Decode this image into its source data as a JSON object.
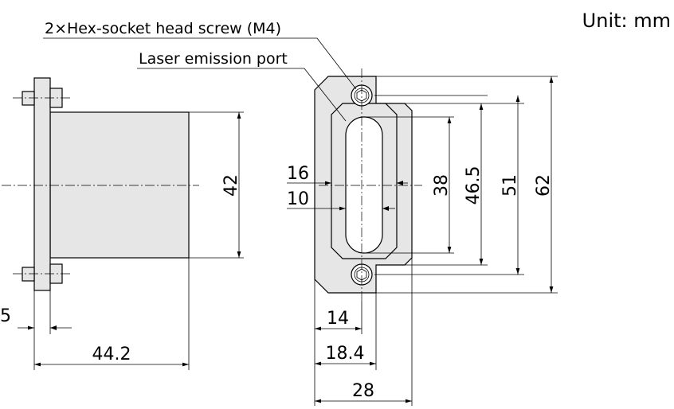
{
  "unit_label": "Unit: mm",
  "annotations": {
    "screw": "2×Hex-socket head screw (M4)",
    "laser_port": "Laser emission port"
  },
  "side_view": {
    "height": "42",
    "length": "44.2",
    "flange": "5"
  },
  "front_view": {
    "slot_length": "38",
    "inner_frame_height": "46.5",
    "frame_height": "51",
    "total_height": "62",
    "outer_slot_width": "16",
    "slot_width": "10",
    "offset_14": "14",
    "offset_18_4": "18.4",
    "width": "28"
  }
}
